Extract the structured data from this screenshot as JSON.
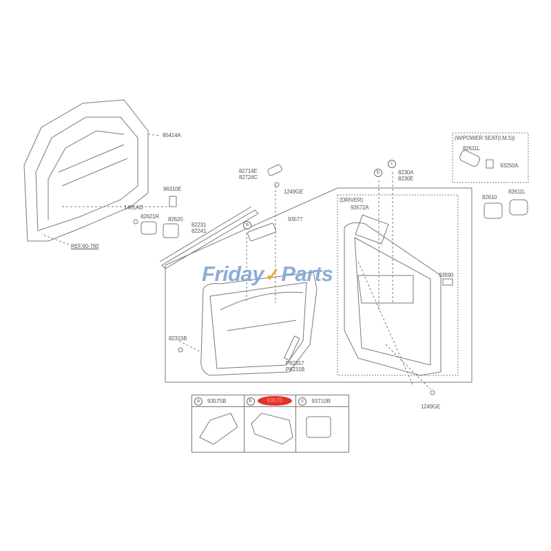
{
  "watermark": {
    "text": "Friday",
    "text2": "Parts",
    "check": "✓",
    "color": "#7a9fd0",
    "accent": "#f0a030"
  },
  "callouts": {
    "c85414A": "85414A",
    "c96310E": "96310E",
    "c1491AD": "1491AD",
    "c82621R": "82621R",
    "c82620": "82620",
    "c82231": "82231",
    "c82241": "82241",
    "ref": "REF.60-760",
    "c82714E": "82714E",
    "c82724C": "82724C",
    "c1249GE_top": "1249GE",
    "c93577": "93577",
    "c8230A": "8230A",
    "c8230E": "8230E",
    "driver": "(DRIVER)",
    "c93572A": "93572A",
    "power_seat": "(W/POWER SEAT(I.M.S))",
    "c82611L_ims": "82611L",
    "c93250A": "93250A",
    "c82610": "82610",
    "c82611L": "82611L",
    "c93590": "93590",
    "c82315B": "82315B",
    "cP82317": "P82317",
    "cP8231B": "P8231B",
    "c1249GE_bottom": "1249GE"
  },
  "markers": {
    "a": "a",
    "b": "b",
    "c": "c"
  },
  "legend": [
    {
      "marker": "a",
      "part": "93575B"
    },
    {
      "marker": "b",
      "part": "93570",
      "highlighted": true,
      "highlight_color": "#e4322a"
    },
    {
      "marker": "c",
      "part": "93710B"
    }
  ]
}
